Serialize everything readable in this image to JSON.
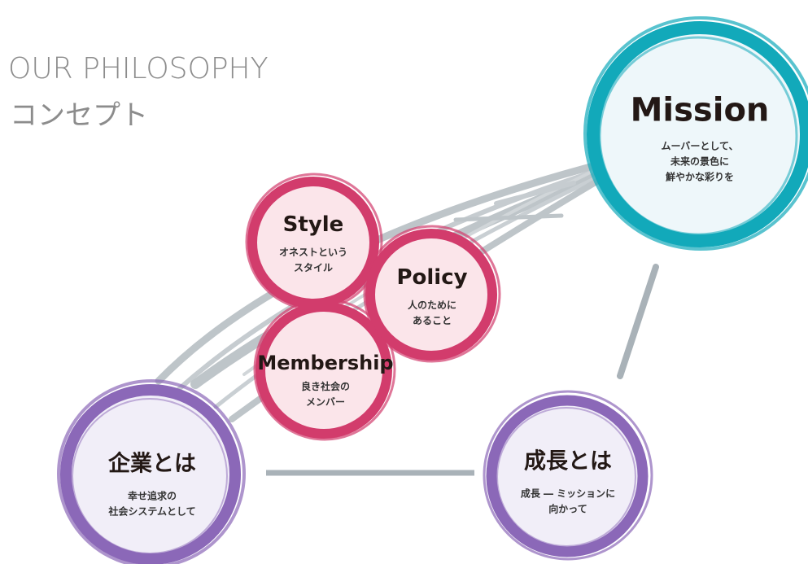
{
  "header": {
    "title_en": "OUR PHILOSOPHY",
    "title_ja": "コンセプト"
  },
  "colors": {
    "teal": "#12a9ba",
    "pink": "#d23c6c",
    "purple": "#8b68b8",
    "gray": "#a9b2b8",
    "mission_fill": "#eef7fa",
    "pink_fill": "#fbe5ea",
    "purple_fill": "#f1eef8"
  },
  "nodes": {
    "mission": {
      "title": "Mission",
      "lines": [
        "ムーバーとして、",
        "未来の景色に",
        "鮮やかな彩りを"
      ]
    },
    "style": {
      "title": "Style",
      "lines": [
        "オネストという",
        "スタイル"
      ]
    },
    "policy": {
      "title": "Policy",
      "lines": [
        "人のために",
        "あること"
      ]
    },
    "membership": {
      "title": "Membership",
      "lines": [
        "良き社会の",
        "メンバー"
      ]
    },
    "company": {
      "title": "企業とは",
      "lines": [
        "幸せ追求の",
        "社会システムとして"
      ]
    },
    "growth": {
      "title": "成長とは",
      "lines": [
        "成長 ― ミッションに",
        "向かって"
      ]
    }
  }
}
